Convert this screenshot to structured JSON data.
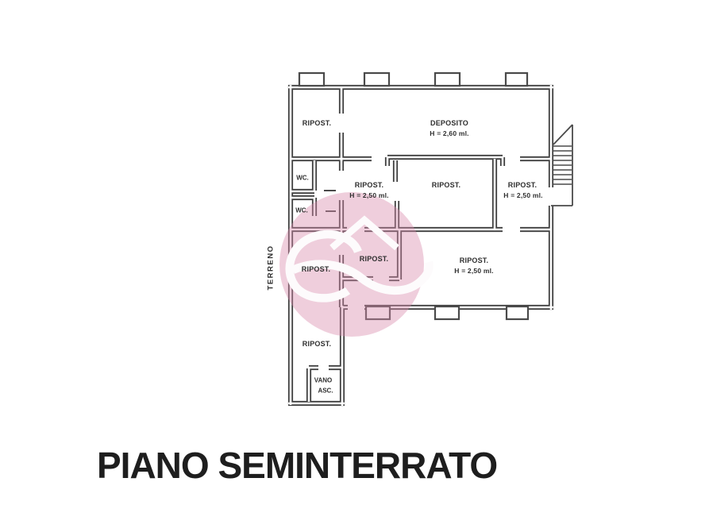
{
  "title": "PIANO SEMINTERRATO",
  "colors": {
    "background": "#ffffff",
    "wall_line": "#3f3f3f",
    "wall_core": "#ffffff",
    "thin_line": "#4a4a4a",
    "watermark_pink": "#d98bab",
    "watermark_white": "#fdfbfc",
    "label_text": "#2f2f2f",
    "title_text": "#1e1e1e"
  },
  "plan": {
    "terrain_label": "TERRENO",
    "rooms": [
      {
        "name": "RIPOST."
      },
      {
        "name": "DEPOSITO",
        "height": "H = 2,60 ml."
      },
      {
        "name": "WC."
      },
      {
        "name": "WC."
      },
      {
        "name": "RIPOST.",
        "height": "H = 2,50 ml."
      },
      {
        "name": "RIPOST."
      },
      {
        "name": "RIPOST.",
        "height": "H = 2,50 ml."
      },
      {
        "name": "RIPOST."
      },
      {
        "name": "RIPOST."
      },
      {
        "name": "RIPOST.",
        "height": "H = 2,50 ml."
      },
      {
        "name": "RIPOST."
      },
      {
        "name": "VANO",
        "name2": "ASC."
      }
    ]
  }
}
